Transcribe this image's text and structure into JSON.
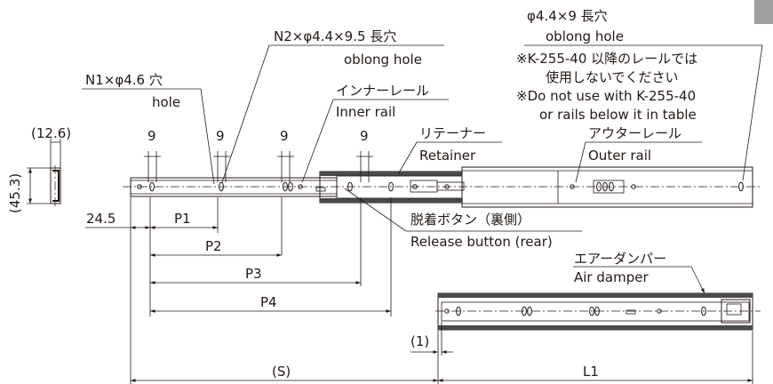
{
  "colors": {
    "ink": "#231815",
    "rail_fill": "#ffffff",
    "retainer_fill": "#4a4a4a",
    "tab_gray": "#9fa0a0"
  },
  "dims": {
    "d12_6": "(12.6)",
    "d45_3": "(45.3)",
    "d24_5": "24.5",
    "d9": "9",
    "p1": "P1",
    "p2": "P2",
    "p3": "P3",
    "p4": "P4",
    "d1": "(1)",
    "s": "(S)",
    "l1": "L1"
  },
  "labels": {
    "n1_hole_jp": "N1×φ4.6 穴",
    "n1_hole_en": "hole",
    "n2_hole_jp": "N2×φ4.4×9.5 長穴",
    "n2_hole_en": "oblong hole",
    "inner_rail_jp": "インナーレール",
    "inner_rail_en": "Inner rail",
    "retainer_jp": "リテーナー",
    "retainer_en": "Retainer",
    "outer_rail_jp": "アウターレール",
    "outer_rail_en": "Outer rail",
    "oblong_jp": "φ4.4×9 長穴",
    "oblong_en": "oblong hole",
    "note_jp_1": "※K-255-40 以降のレールでは",
    "note_jp_2": "使用しないでください",
    "note_en_1": "※Do not use with K-255-40",
    "note_en_2": "or rails below it in table",
    "release_jp": "脱着ボタン（裏側）",
    "release_en": "Release button (rear)",
    "air_damper_jp": "エアーダンパー",
    "air_damper_en": "Air damper"
  }
}
